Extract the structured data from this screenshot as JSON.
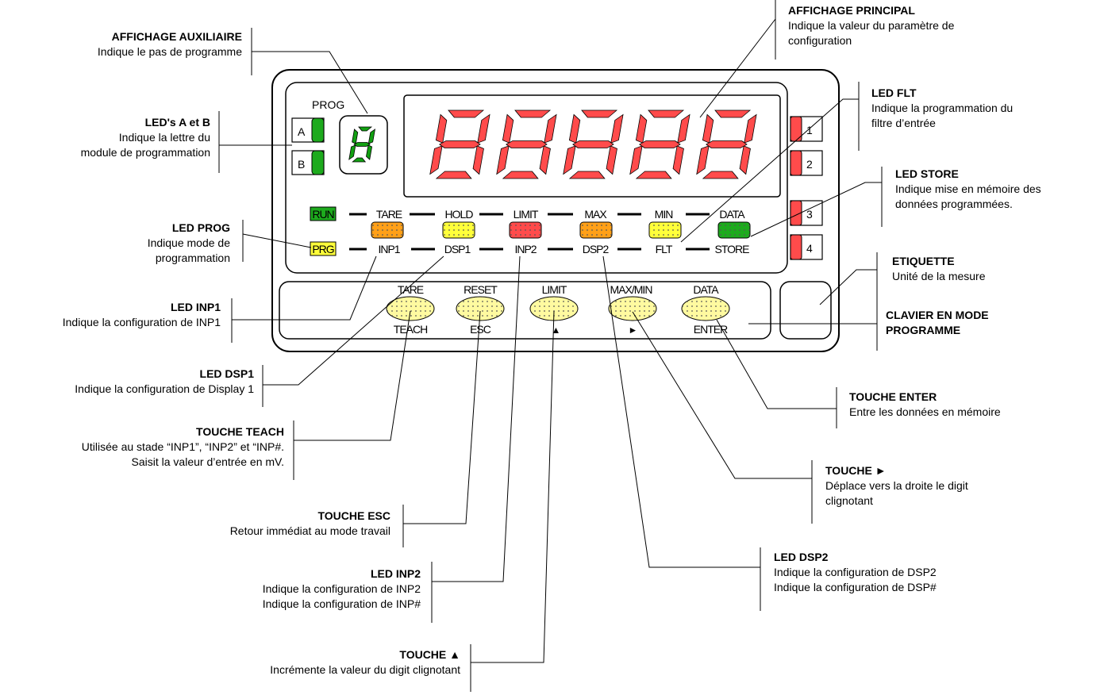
{
  "device": {
    "prog_label": "PROG",
    "aux_digit": "8",
    "main_digits": [
      "8",
      "8",
      "8",
      "8",
      "8"
    ],
    "leds_ab": [
      "A",
      "B"
    ],
    "run": "RUN",
    "prg": "PRG",
    "top_labels": [
      "TARE",
      "HOLD",
      "LIMIT",
      "MAX",
      "MIN",
      "DATA"
    ],
    "bottom_labels": [
      "INP1",
      "DSP1",
      "INP2",
      "DSP2",
      "FLT",
      "STORE"
    ],
    "key_top_labels": [
      "TARE",
      "RESET",
      "LIMIT",
      "MAX/MIN",
      "DATA"
    ],
    "key_bottom_labels": [
      "TEACH",
      "ESC",
      "▲",
      "►",
      "ENTER"
    ],
    "side_buttons": [
      "1",
      "2",
      "3",
      "4"
    ],
    "colors": {
      "led_red": "#ff4b4b",
      "led_green": "#1daa1d",
      "led_orange": "#ffa018",
      "led_yellow": "#ffff3a",
      "key": "#fffaa0",
      "digit_green": "#12a012"
    }
  },
  "annotations": {
    "aux": {
      "title": "AFFICHAGE AUXILIAIRE",
      "lines": [
        "Indique le pas de programme"
      ]
    },
    "main": {
      "title": "AFFICHAGE PRINCIPAL",
      "lines": [
        "Indique la valeur du paramètre de",
        "configuration"
      ]
    },
    "ab": {
      "title": "LED's A et B",
      "lines": [
        "Indique la lettre du",
        "module de programmation"
      ]
    },
    "flt": {
      "title": "LED FLT",
      "lines": [
        "Indique la programmation du",
        "filtre d’entrée"
      ]
    },
    "store": {
      "title": "LED STORE",
      "lines": [
        "Indique mise en mémoire des",
        "données programmées."
      ]
    },
    "prog": {
      "title": "LED PROG",
      "lines": [
        "Indique mode de",
        "programmation"
      ]
    },
    "etiq": {
      "title": "ETIQUETTE",
      "lines": [
        "Unité de la mesure"
      ]
    },
    "inp1": {
      "title": "LED INP1",
      "lines": [
        "Indique la configuration de INP1"
      ]
    },
    "clavier": {
      "title": "CLAVIER EN MODE",
      "lines": [
        "PROGRAMME"
      ]
    },
    "dsp1": {
      "title": "LED DSP1",
      "lines": [
        "Indique la configuration de Display 1"
      ]
    },
    "enter": {
      "title": "TOUCHE ENTER",
      "lines": [
        "Entre les données en mémoire"
      ]
    },
    "teach": {
      "title": "TOUCHE TEACH",
      "lines": [
        "Utilisée au stade “INP1”, “INP2” et “INP#.",
        "Saisit la valeur d’entrée en mV."
      ]
    },
    "right": {
      "title": "TOUCHE ►",
      "lines": [
        "Déplace vers la droite le digit",
        "clignotant"
      ]
    },
    "esc": {
      "title": "TOUCHE ESC",
      "lines": [
        "Retour immédiat au mode travail"
      ]
    },
    "dsp2": {
      "title": "LED DSP2",
      "lines": [
        "Indique la configuration de DSP2",
        "Indique la configuration de DSP#"
      ]
    },
    "inp2": {
      "title": "LED INP2",
      "lines": [
        "Indique la configuration de INP2",
        "Indique la configuration de INP#"
      ]
    },
    "up": {
      "title": "TOUCHE ▲",
      "lines": [
        "Incrémente la valeur du digit clignotant"
      ]
    }
  }
}
